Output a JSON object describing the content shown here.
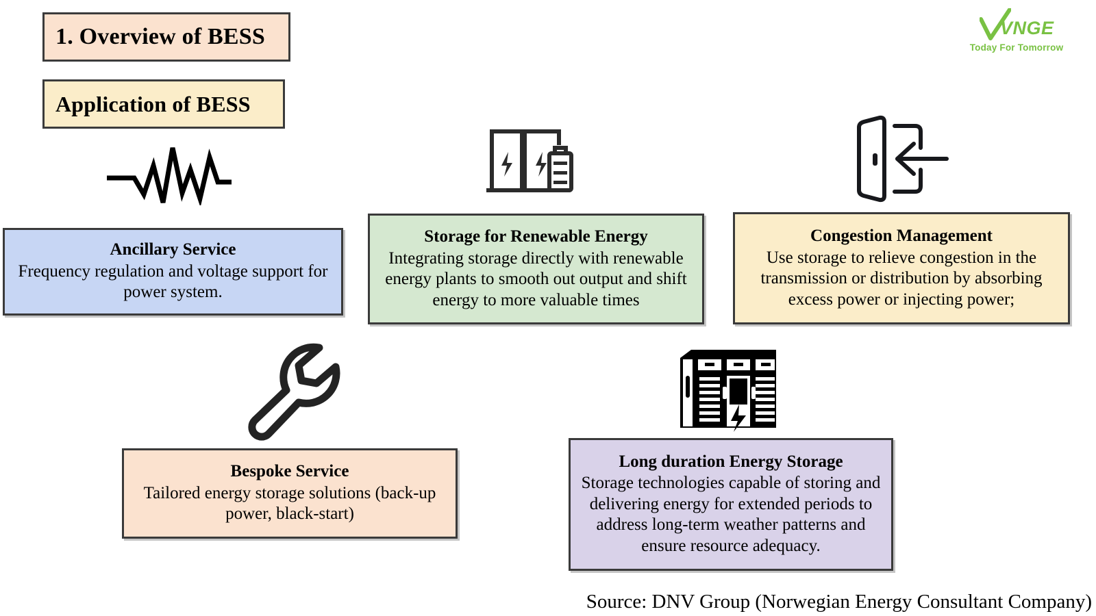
{
  "header": {
    "section_title": "1. Overview of BESS",
    "subsection_title": "Application of BESS"
  },
  "logo": {
    "name": "VNGE",
    "tagline": "Today For Tomorrow",
    "color": "#79C143"
  },
  "cards": [
    {
      "key": "ancillary",
      "title": "Ancillary Service",
      "body": "Frequency regulation  and voltage support for power system.",
      "color": "#C7D6F4",
      "icon": "waveform-icon"
    },
    {
      "key": "renewable",
      "title": "Storage for Renewable Energy",
      "body": "Integrating storage directly with renewable energy plants to smooth out output and shift energy to more valuable times",
      "color": "#D5E8D0",
      "icon": "battery-rack-icon"
    },
    {
      "key": "congestion",
      "title": "Congestion Management",
      "body": "Use storage to relieve congestion in the transmission or distribution by absorbing excess power or injecting power;",
      "color": "#FBEDC9",
      "icon": "door-enter-icon"
    },
    {
      "key": "bespoke",
      "title": "Bespoke Service",
      "body": "Tailored energy storage solutions (back-up power, black-start)",
      "color": "#FBE2CF",
      "icon": "wrench-icon"
    },
    {
      "key": "longduration",
      "title": "Long duration Energy Storage",
      "body": "Storage technologies capable of storing and delivering energy for extended periods to address long-term weather patterns and ensure resource adequacy.",
      "color": "#D9D2E9",
      "icon": "battery-cabinet-icon"
    }
  ],
  "footer": {
    "source": "Source: DNV Group (Norwegian Energy Consultant Company)"
  }
}
